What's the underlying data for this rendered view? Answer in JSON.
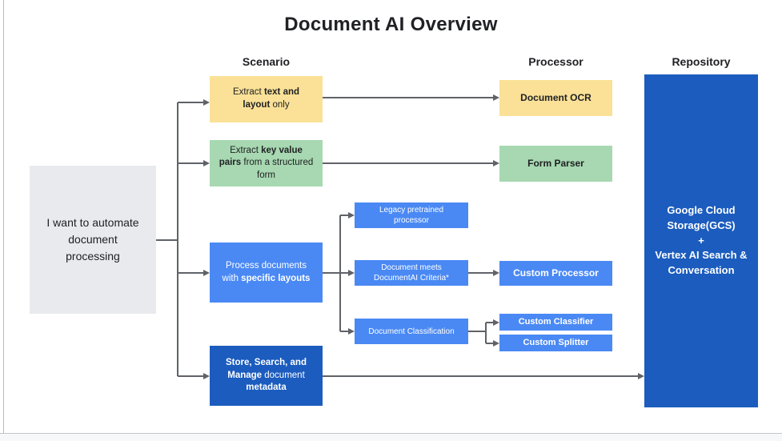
{
  "title": "Document AI Overview",
  "columns": {
    "scenario": "Scenario",
    "processor": "Processor",
    "repository": "Repository"
  },
  "root_box": {
    "text": "I want to automate document processing"
  },
  "scenarios": {
    "extract_text": {
      "pre": "Extract ",
      "bold": "text and layout",
      "post": " only"
    },
    "extract_kv": {
      "pre": "Extract ",
      "bold": "key value pairs",
      "post": " from a structured form"
    },
    "specific_layouts": {
      "pre": "Process documents with ",
      "bold": "specific layouts",
      "post": ""
    },
    "store_search": {
      "bold1": "Store, Search, and Manage",
      "mid": " document ",
      "bold2": "metadata"
    }
  },
  "sub_options": {
    "legacy": "Legacy pretrained processor",
    "meets_criteria": "Document meets DocumentAI Criteria*",
    "classification": "Document Classification"
  },
  "processors": {
    "ocr": "Document OCR",
    "form_parser": "Form Parser",
    "custom_processor": "Custom Processor",
    "custom_classifier": "Custom Classifier",
    "custom_splitter": "Custom Splitter"
  },
  "repository": {
    "line1": "Google Cloud Storage(GCS)",
    "line2": "+",
    "line3": "Vertex AI Search & Conversation"
  },
  "colors": {
    "yellow": "#fae197",
    "green": "#a7d8b1",
    "blue": "#4a89f4",
    "dark_blue": "#1b5cbe",
    "gray_box": "#e8eaed",
    "connector": "#5f6368",
    "text_dark": "#202124"
  }
}
